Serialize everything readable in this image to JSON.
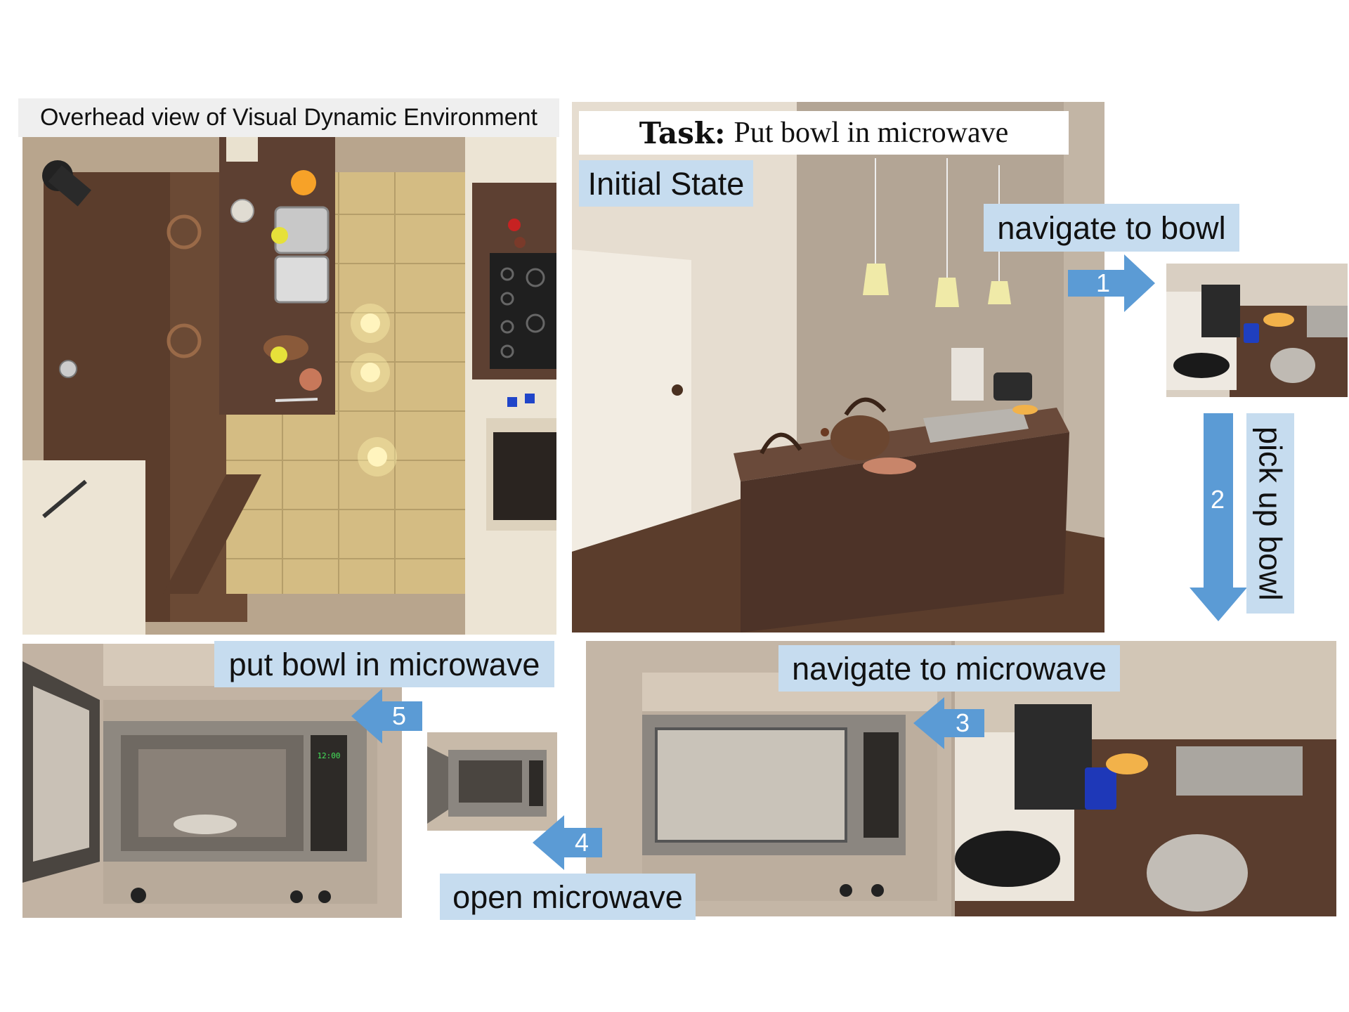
{
  "overhead_title": "Overhead view of Visual Dynamic Environment",
  "task": {
    "prefix": "Task:",
    "text": "Put bowl in microwave"
  },
  "initial_state": "Initial State",
  "steps": [
    {
      "number": "1",
      "label": "navigate to bowl"
    },
    {
      "number": "2",
      "label": "pick up bowl"
    },
    {
      "number": "3",
      "label": "navigate to microwave"
    },
    {
      "number": "4",
      "label": "open microwave"
    },
    {
      "number": "5",
      "label": "put bowl in microwave"
    }
  ],
  "microwave_display": "12:00",
  "colors": {
    "label_bg": "#c6dcef",
    "arrow": "#5b9bd5",
    "counter": "#4a3a32",
    "floor": "#d6c08a"
  }
}
